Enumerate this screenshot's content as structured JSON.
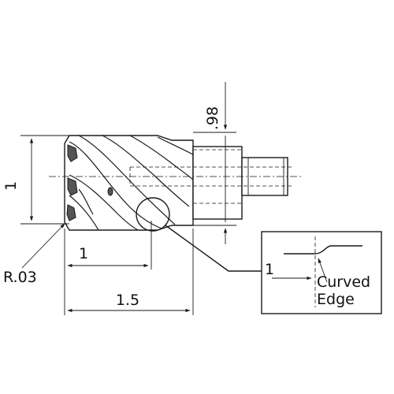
{
  "dimensions": {
    "height_label": "1",
    "corner_radius_label": "R.03",
    "flute_length_label": "1",
    "overall_length_label": "1.5",
    "shank_step_label": ".98"
  },
  "detail": {
    "dimension_label": "1",
    "callout_line1": "Curved",
    "callout_line2": "Edge"
  }
}
